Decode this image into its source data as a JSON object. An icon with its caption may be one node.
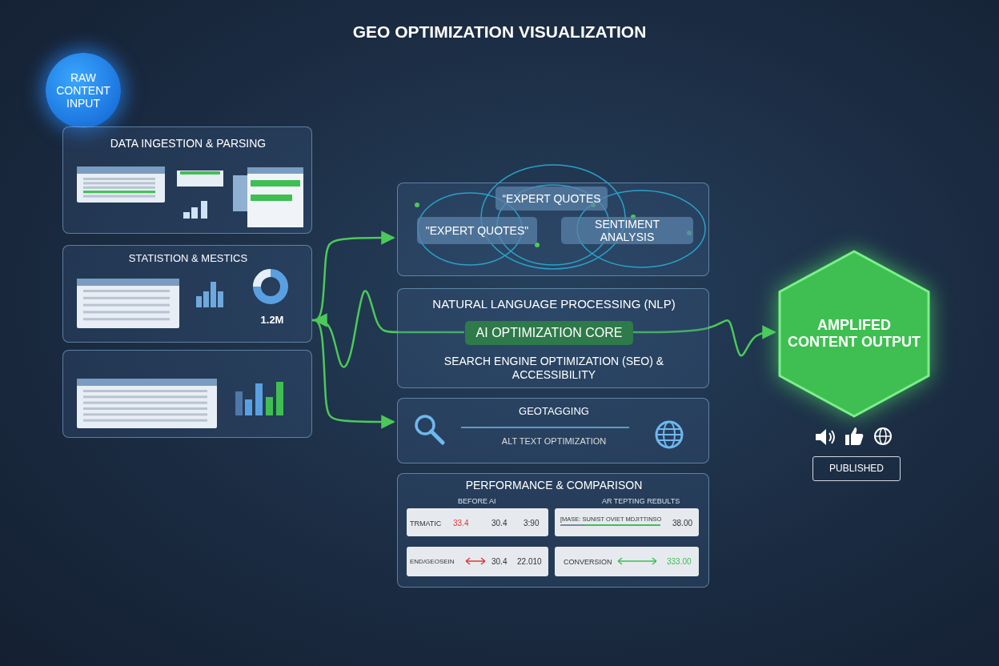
{
  "diagram": {
    "title": "GEO OPTIMIZATION VISUALIZATION",
    "nodes": [
      {
        "text": [
          "RAW CONTENT INPUT"
        ]
      },
      {
        "text": [
          "DATA INGESTION & PARSING"
        ]
      },
      {
        "text": [
          "STATISTION & MESTICS",
          "1.2M"
        ]
      },
      {
        "text": [],
        "shape": "box"
      },
      {
        "text": [],
        "shape": "box"
      },
      {
        "text": [
          "“EXPERT QUOTES"
        ],
        "in": 4
      },
      {
        "text": [
          "\"EXPERT QUOTES\""
        ],
        "in": 4
      },
      {
        "text": [
          "SENTIMENT ANALYSIS"
        ],
        "in": 4
      },
      {
        "text": [
          "NATURAL LANGUAGE PROCESSING (NLP)",
          "SEARCH ENGINE OPTIMIZATION (SEO) & ACCESSIBILITY"
        ]
      },
      {
        "text": [
          "AI OPTIMIZATION CORE"
        ],
        "in": 8
      },
      {
        "text": [
          "GEOTAGGING",
          "ALT TEXT OPTIMIZATION"
        ]
      },
      {
        "text": [
          "PERFORMANCE & COMPARISON"
        ]
      },
      {
        "text": [
          "AMPLIFED CONTENT OUTPUT"
        ]
      },
      {
        "text": [
          "PUBLISHED"
        ]
      }
    ],
    "edges": [
      {
        "from": 2,
        "to": 4,
        "arrow": "to"
      },
      {
        "from": 2,
        "to": 10,
        "arrow": "to"
      },
      {
        "from": 9,
        "to": 2,
        "arrow": "to"
      },
      {
        "from": 9,
        "to": 12,
        "arrow": "to"
      }
    ],
    "labels": [
      "BEFORE AI",
      "AR TEPTING REBULTS",
      "TRMATIC",
      "33.4",
      "30.4",
      "3:90",
      "[MASE: SUNIST OVIET MDJITTINSO",
      "38.00",
      "END/GEOSEIN",
      "30.4",
      "22.010",
      "CONVERSION",
      "333.00"
    ]
  }
}
